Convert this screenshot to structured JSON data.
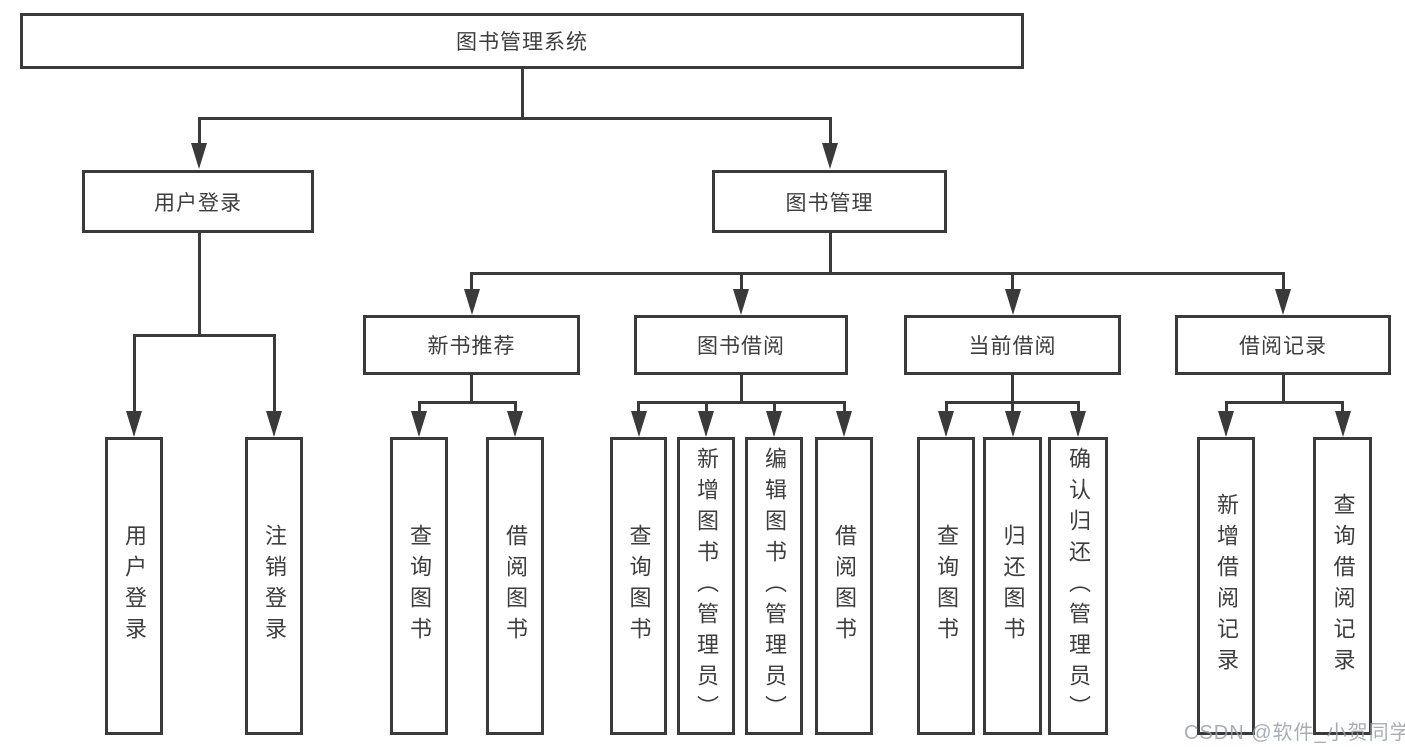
{
  "diagram": {
    "root": {
      "label": "图书管理系统"
    },
    "level2": {
      "user_login": {
        "label": "用户登录"
      },
      "book_management": {
        "label": "图书管理"
      }
    },
    "level3": {
      "new_book_recommend": {
        "label": "新书推荐"
      },
      "book_borrow": {
        "label": "图书借阅"
      },
      "current_borrow": {
        "label": "当前借阅"
      },
      "borrow_records": {
        "label": "借阅记录"
      }
    },
    "leaves": {
      "user_login": [
        "用户登录",
        "注销登录"
      ],
      "new_book_recommend": [
        "查询图书",
        "借阅图书"
      ],
      "book_borrow": [
        "查询图书",
        "新增图书（管理员）",
        "编辑图书（管理员）",
        "借阅图书"
      ],
      "current_borrow": [
        "查询图书",
        "归还图书",
        "确认归还（管理员）"
      ],
      "borrow_records": [
        "新增借阅记录",
        "查询借阅记录"
      ]
    }
  },
  "watermark": "CSDN @软件_小贺同学",
  "colors": {
    "line": "#3a3a3a",
    "text": "#3d3d3d",
    "background": "#ffffff",
    "watermark": "#9aa0a6"
  }
}
